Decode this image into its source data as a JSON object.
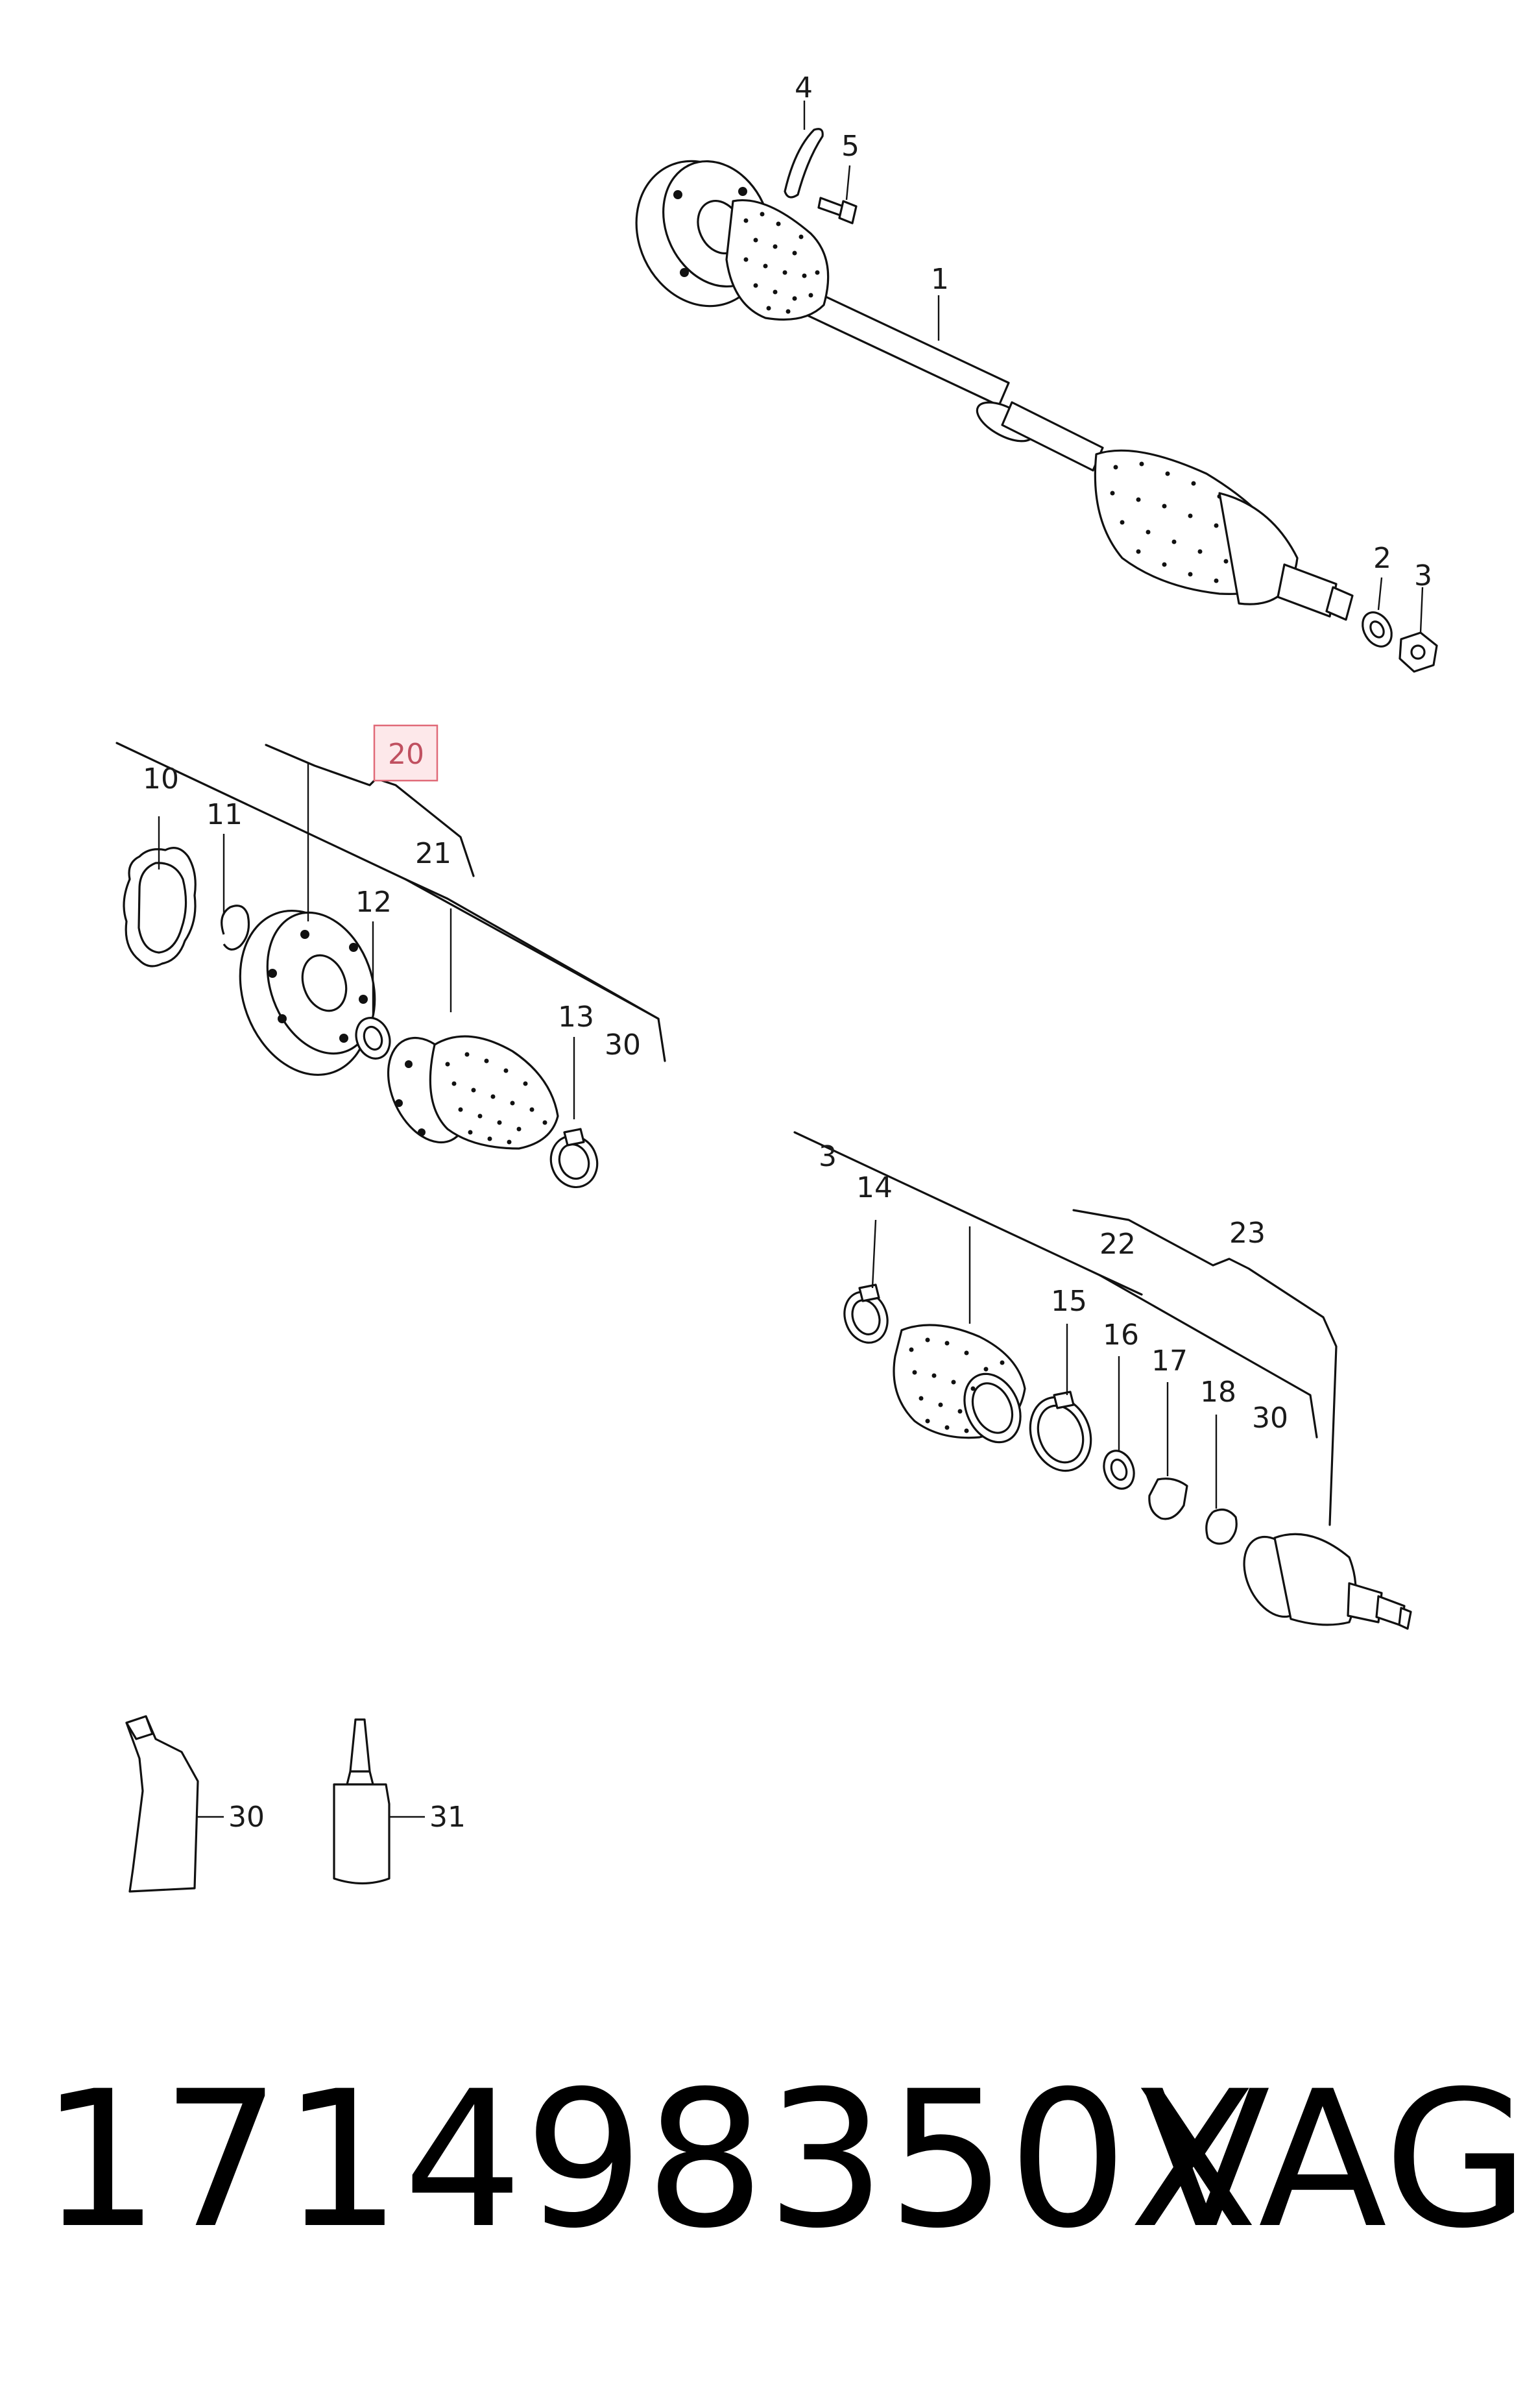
{
  "callouts": {
    "c1": "1",
    "c2": "2",
    "c3a": "3",
    "c4": "4",
    "c5": "5",
    "c10": "10",
    "c11": "11",
    "c12": "12",
    "c13": "13",
    "c20": "20",
    "c21": "21",
    "c30a": "30",
    "c3b": "3",
    "c14": "14",
    "c15": "15",
    "c16": "16",
    "c17": "17",
    "c18": "18",
    "c22": "22",
    "c23": "23",
    "c30b": "30",
    "c30c": "30",
    "c31": "31"
  },
  "highlight_color": "#e06a78",
  "footer": {
    "part_number": "171498350X",
    "brand": "VAG"
  }
}
